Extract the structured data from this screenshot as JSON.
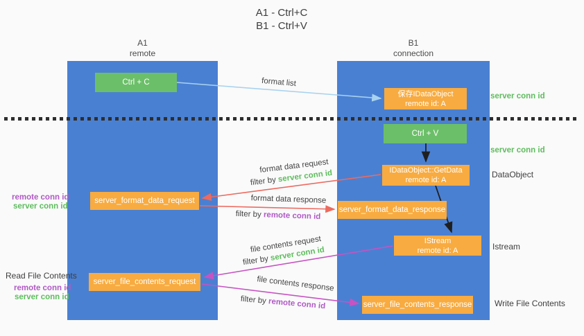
{
  "title": {
    "line1": "A1 - Ctrl+C",
    "line2": "B1 - Ctrl+V"
  },
  "lifelines": {
    "a1": {
      "name": "A1",
      "role": "remote"
    },
    "b1": {
      "name": "B1",
      "role": "connection"
    }
  },
  "nodes": {
    "ctrl_c": {
      "label": "Ctrl + C"
    },
    "save_dataobject": {
      "line1": "保存IDataObject",
      "line2": "remote id: A"
    },
    "ctrl_v": {
      "label": "Ctrl + V"
    },
    "getdata": {
      "line1": "IDataObject::GetData",
      "line2": "remote id: A"
    },
    "format_request": {
      "label": "server_format_data_request"
    },
    "format_response": {
      "label": "server_format_data_response"
    },
    "istream": {
      "line1": "IStream",
      "line2": "remote id: A"
    },
    "file_request": {
      "label": "server_file_contents_request"
    },
    "file_response": {
      "label": "server_file_contents_response"
    }
  },
  "arrow_labels": {
    "format_list": "format list",
    "format_data_request": "format data request",
    "format_data_response": "format data response",
    "file_contents_request": "file contents request",
    "file_contents_response": "file contents response",
    "filter_by": "filter by",
    "server_conn_id": "server conn id",
    "remote_conn_id": "remote conn id"
  },
  "side_labels": {
    "server_conn_id_top": "server conn id",
    "server_conn_id_mid": "server conn id",
    "dataobject": "DataObject",
    "istream": "Istream",
    "write_file_contents": "Write File Contents",
    "read_file_contents": "Read File Contents",
    "remote_conn_id_format": "remote conn id",
    "server_conn_id_format": "server conn id",
    "remote_conn_id_file": "remote conn id",
    "server_conn_id_file": "server conn id"
  },
  "colors": {
    "lifeline_blue": "#4a80d2",
    "action_green": "#6cbf69",
    "object_orange": "#f8ab40",
    "arrow_light_blue": "#a8d2ee",
    "arrow_red": "#ed6a5f",
    "arrow_magenta": "#c753c3",
    "arrow_black": "#1f1f1f",
    "text_green": "#5ebc5e",
    "text_purple": "#b05ac5",
    "text_dark": "#3b3b3b"
  }
}
